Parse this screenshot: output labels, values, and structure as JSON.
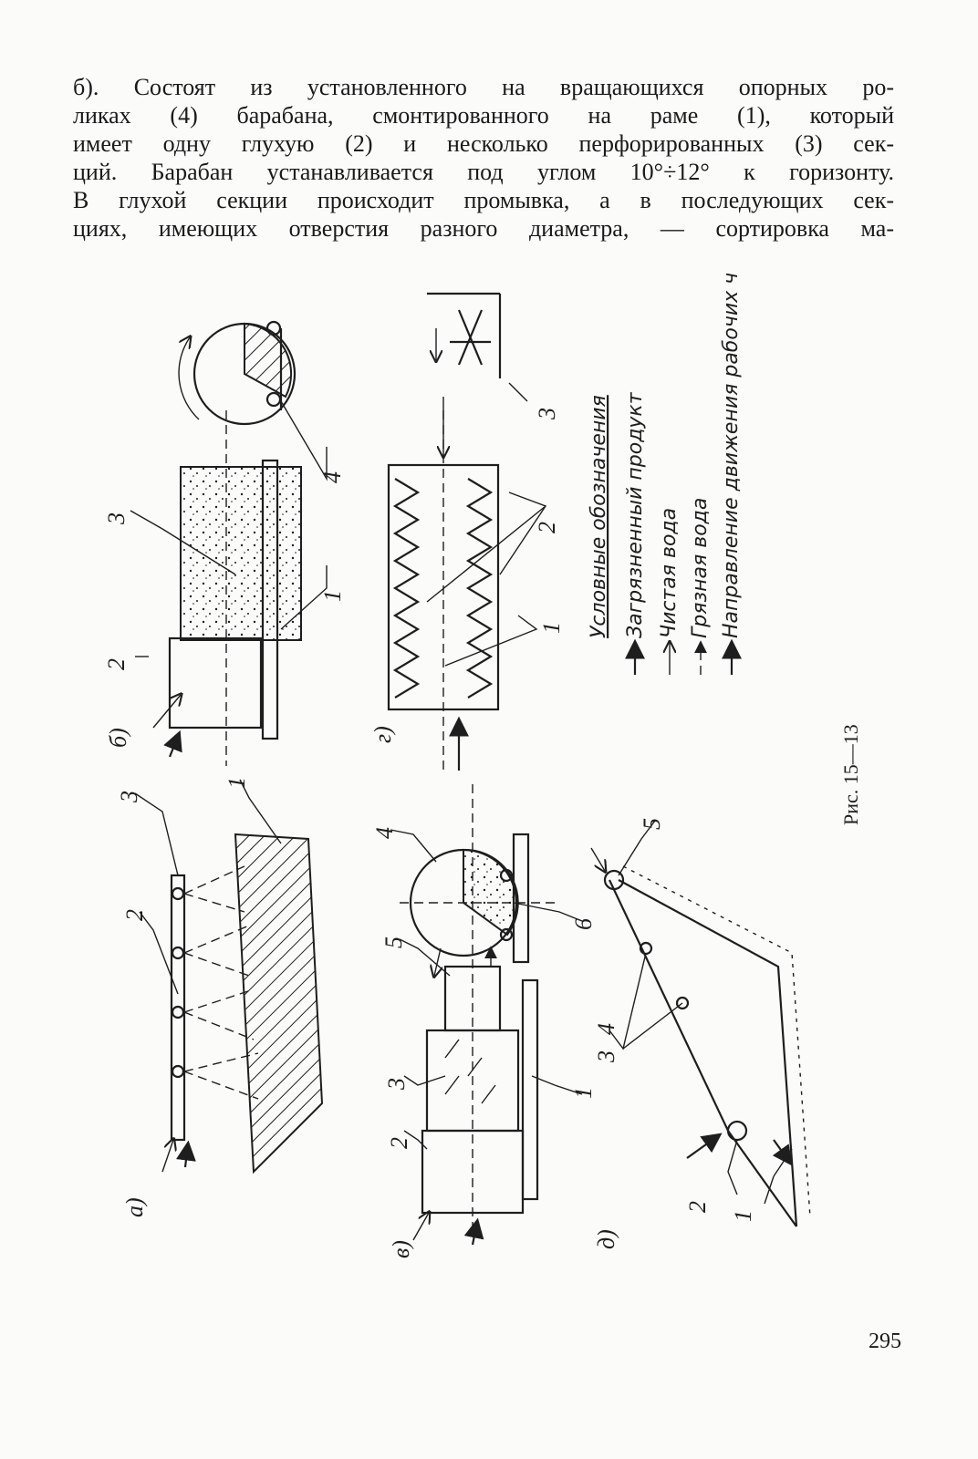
{
  "paragraph": {
    "lines": [
      "б). Состоят из установленного на вращающихся опорных ро-",
      "ликах (4) барабана, смонтированного на раме (1), который",
      "имеет одну глухую (2) и несколько перфорированных (3) сек-",
      "ций. Барабан устанавливается под углом 10°÷12° к горизонту.",
      "В глухой секции происходит промывка, а в последующих сек-",
      "циях, имеющих отверстия разного диаметра, — сортировка ма-"
    ]
  },
  "figure": {
    "caption": "Рис. 15—13",
    "panels": {
      "a": "а)",
      "b": "б)",
      "v": "в)",
      "g": "г)",
      "d": "д)"
    },
    "numbers": {
      "n1": "1",
      "n2": "2",
      "n3": "3",
      "n4": "4",
      "n5": "5",
      "n6": "6"
    },
    "legend": {
      "title": "Условные обозначения",
      "items": [
        {
          "symbol": "filled-arrow-icon",
          "text": "Загрязненный продукт"
        },
        {
          "symbol": "hollow-arrow-icon",
          "text": "Чистая вода"
        },
        {
          "symbol": "dashed-arrow-icon",
          "text": "Грязная вода"
        },
        {
          "symbol": "double-arrow-icon",
          "text": "Направление движения рабочих частей"
        }
      ]
    }
  },
  "page_number": "295"
}
